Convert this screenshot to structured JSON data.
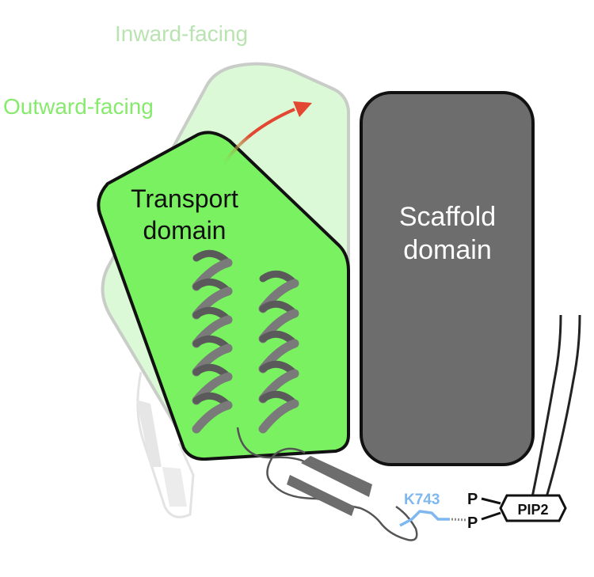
{
  "labels": {
    "inward_facing": "Inward-facing",
    "outward_facing": "Outward-facing",
    "transport_line1": "Transport",
    "transport_line2": "domain",
    "scaffold_line1": "Scaffold",
    "scaffold_line2": "domain",
    "residue": "K743",
    "lipid": "PIP2",
    "phosphate_1": "P",
    "phosphate_2": "P"
  },
  "colors": {
    "inward_fill": "#dcf9d7",
    "inward_stroke": "#c9cdc7",
    "inward_text": "#b9e3b1",
    "outward_fill": "#79f160",
    "outward_text": "#86ea6d",
    "scaffold_fill": "#6d6d6d",
    "helix": "#7a7a7a",
    "arrow": "#e34732",
    "residue": "#7fb8ee",
    "outline": "#111111"
  },
  "icons": {
    "arrow": "conformational-change-arrow",
    "lipid": "hexagon-headgroup"
  }
}
